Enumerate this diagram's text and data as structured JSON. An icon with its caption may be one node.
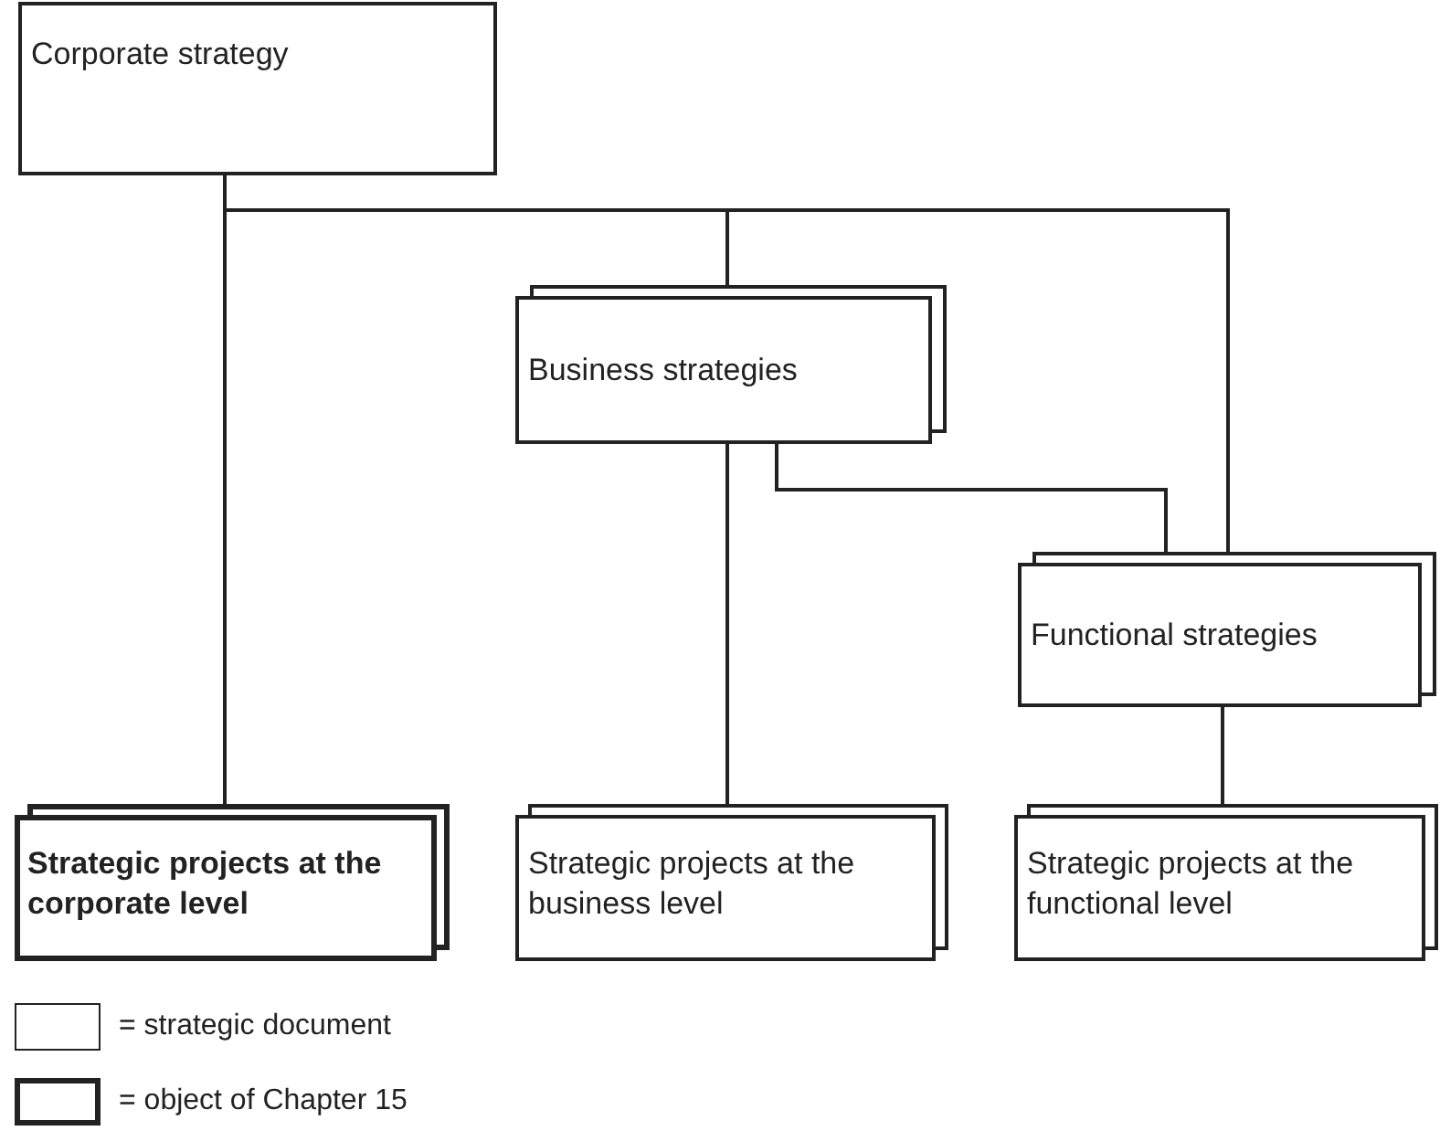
{
  "diagram": {
    "nodes": [
      {
        "text": [
          "Corporate strategy"
        ]
      },
      {
        "text": [
          "Business strategies"
        ]
      },
      {
        "text": [
          "Functional strategies"
        ]
      },
      {
        "text": [
          "**Strategic projects at the corporate level**"
        ]
      },
      {
        "text": [
          "Strategic projects at the business level"
        ]
      },
      {
        "text": [
          "Strategic projects at the functional level"
        ]
      }
    ],
    "edges": [
      {
        "from": 0,
        "to": 3,
        "arrow": "none"
      },
      {
        "from": 0,
        "to": 1,
        "arrow": "none"
      },
      {
        "from": 0,
        "to": 2,
        "arrow": "none"
      },
      {
        "from": 1,
        "to": 4,
        "arrow": "none"
      },
      {
        "from": 1,
        "to": 2,
        "arrow": "none"
      },
      {
        "from": 2,
        "to": 5,
        "arrow": "none"
      }
    ],
    "legend": [
      {
        "text": "= strategic document"
      },
      {
        "text": "= object of Chapter 15"
      }
    ]
  }
}
